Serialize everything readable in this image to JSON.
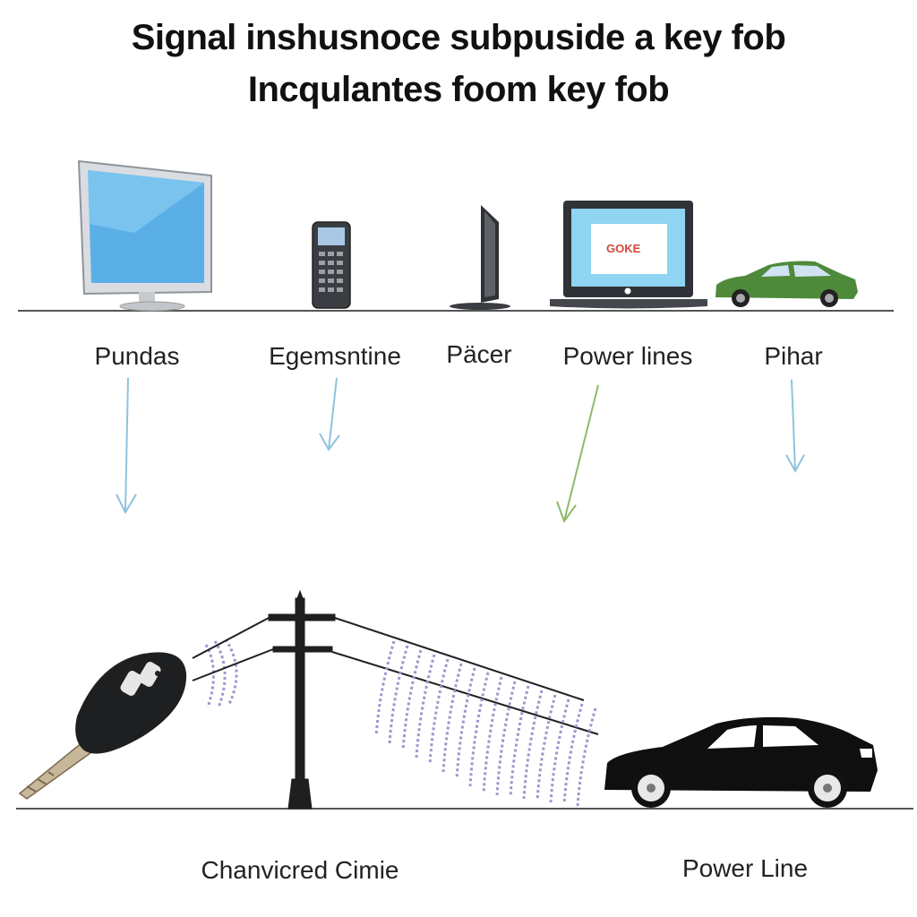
{
  "title": {
    "line1": "Signal inshusnoce subpuside a key fob",
    "line2": "Incqulantes foom key fob"
  },
  "devices": [
    {
      "label": "Pundas",
      "icon": "monitor-icon"
    },
    {
      "label": "Egemsntine",
      "icon": "cordless-phone-icon"
    },
    {
      "label": "Päcer",
      "icon": "router-icon"
    },
    {
      "label": "Power lines",
      "icon": "laptop-icon",
      "screen_text": "GOKE"
    },
    {
      "label": "Pihar",
      "icon": "green-car-icon"
    }
  ],
  "bottom": {
    "left_caption": "Chanvicred Cimie",
    "right_caption": "Power Line",
    "icons": [
      "key-fob-icon",
      "utility-pole-icon",
      "signal-waves-icon",
      "black-car-icon"
    ]
  },
  "colors": {
    "arrow_blue": "#8ec3de",
    "arrow_green": "#8dbb6a",
    "wave": "#9a98cc",
    "ground": "#555555"
  }
}
